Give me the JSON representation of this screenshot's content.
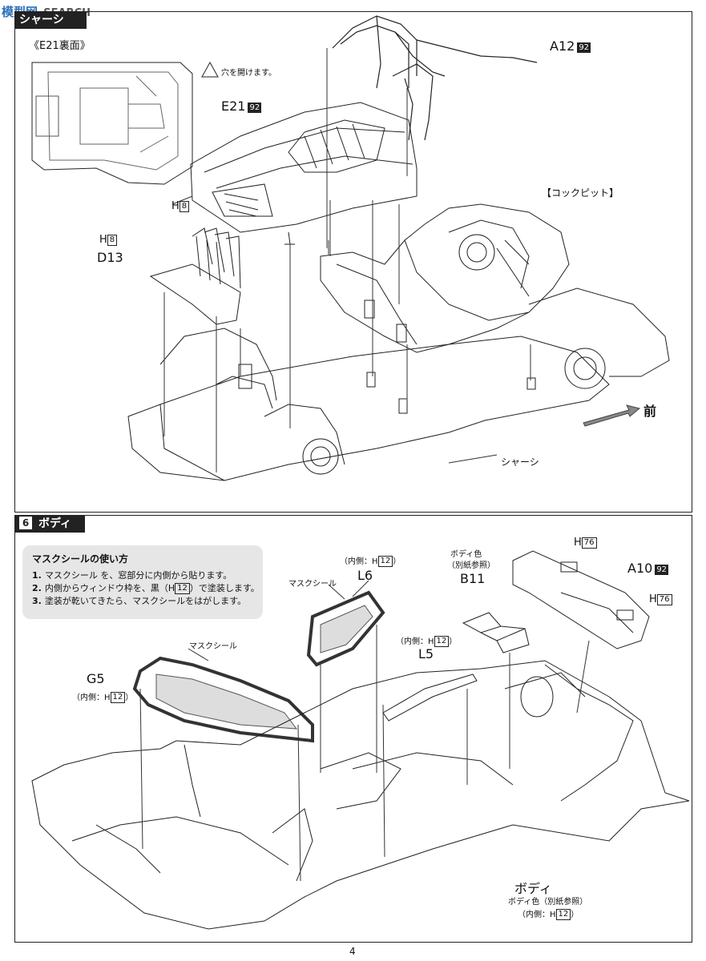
{
  "watermark": {
    "logo_text": "模型网",
    "search_text": "SEARCH"
  },
  "section5": {
    "title": "シャーシ",
    "inset_title": "《E21裏面》",
    "warning": "穴を開けます。",
    "labels": {
      "a12": "A12",
      "a12_badge": "92",
      "e21": "E21",
      "e21_badge": "92",
      "h8_a": "H",
      "h8_a_num": "8",
      "h8_b": "H",
      "h8_b_num": "8",
      "d13": "D13",
      "cockpit": "【コックピット】",
      "front": "前",
      "chassis": "シャーシ"
    }
  },
  "section6": {
    "number": "6",
    "title": "ボディ",
    "instructions": {
      "title": "マスクシールの使い方",
      "steps": [
        {
          "n": "1.",
          "text": "マスクシール を、窓部分に内側から貼ります。"
        },
        {
          "n": "2.",
          "text": "内側からウィンドウ枠を、黒（H",
          "box": "12",
          "after": "）で塗装します。"
        },
        {
          "n": "3.",
          "text": "塗装が乾いてきたら、マスクシールをはがします。"
        }
      ]
    },
    "labels": {
      "mask_seal_1": "マスクシール",
      "mask_seal_2": "マスクシール",
      "g5": "G5",
      "g5_note": "（内側：H",
      "g5_note_num": "12",
      "g5_note_end": "）",
      "l6_note": "（内側：H",
      "l6_note_num": "12",
      "l6_note_end": "）",
      "l6": "L6",
      "b11_color": "ボディ色",
      "b11_ref": "（別紙参照）",
      "b11": "B11",
      "l5_note": "（内側：H",
      "l5_note_num": "12",
      "l5_note_end": "）",
      "l5": "L5",
      "a10": "A10",
      "a10_badge": "92",
      "h76_a": "H",
      "h76_a_num": "76",
      "h76_b": "H",
      "h76_b_num": "76",
      "body": "ボディ",
      "body_color": "ボディ色（別紙参照）",
      "body_inner": "（内側：H",
      "body_inner_num": "12",
      "body_inner_end": "）"
    }
  },
  "page_number": "4"
}
